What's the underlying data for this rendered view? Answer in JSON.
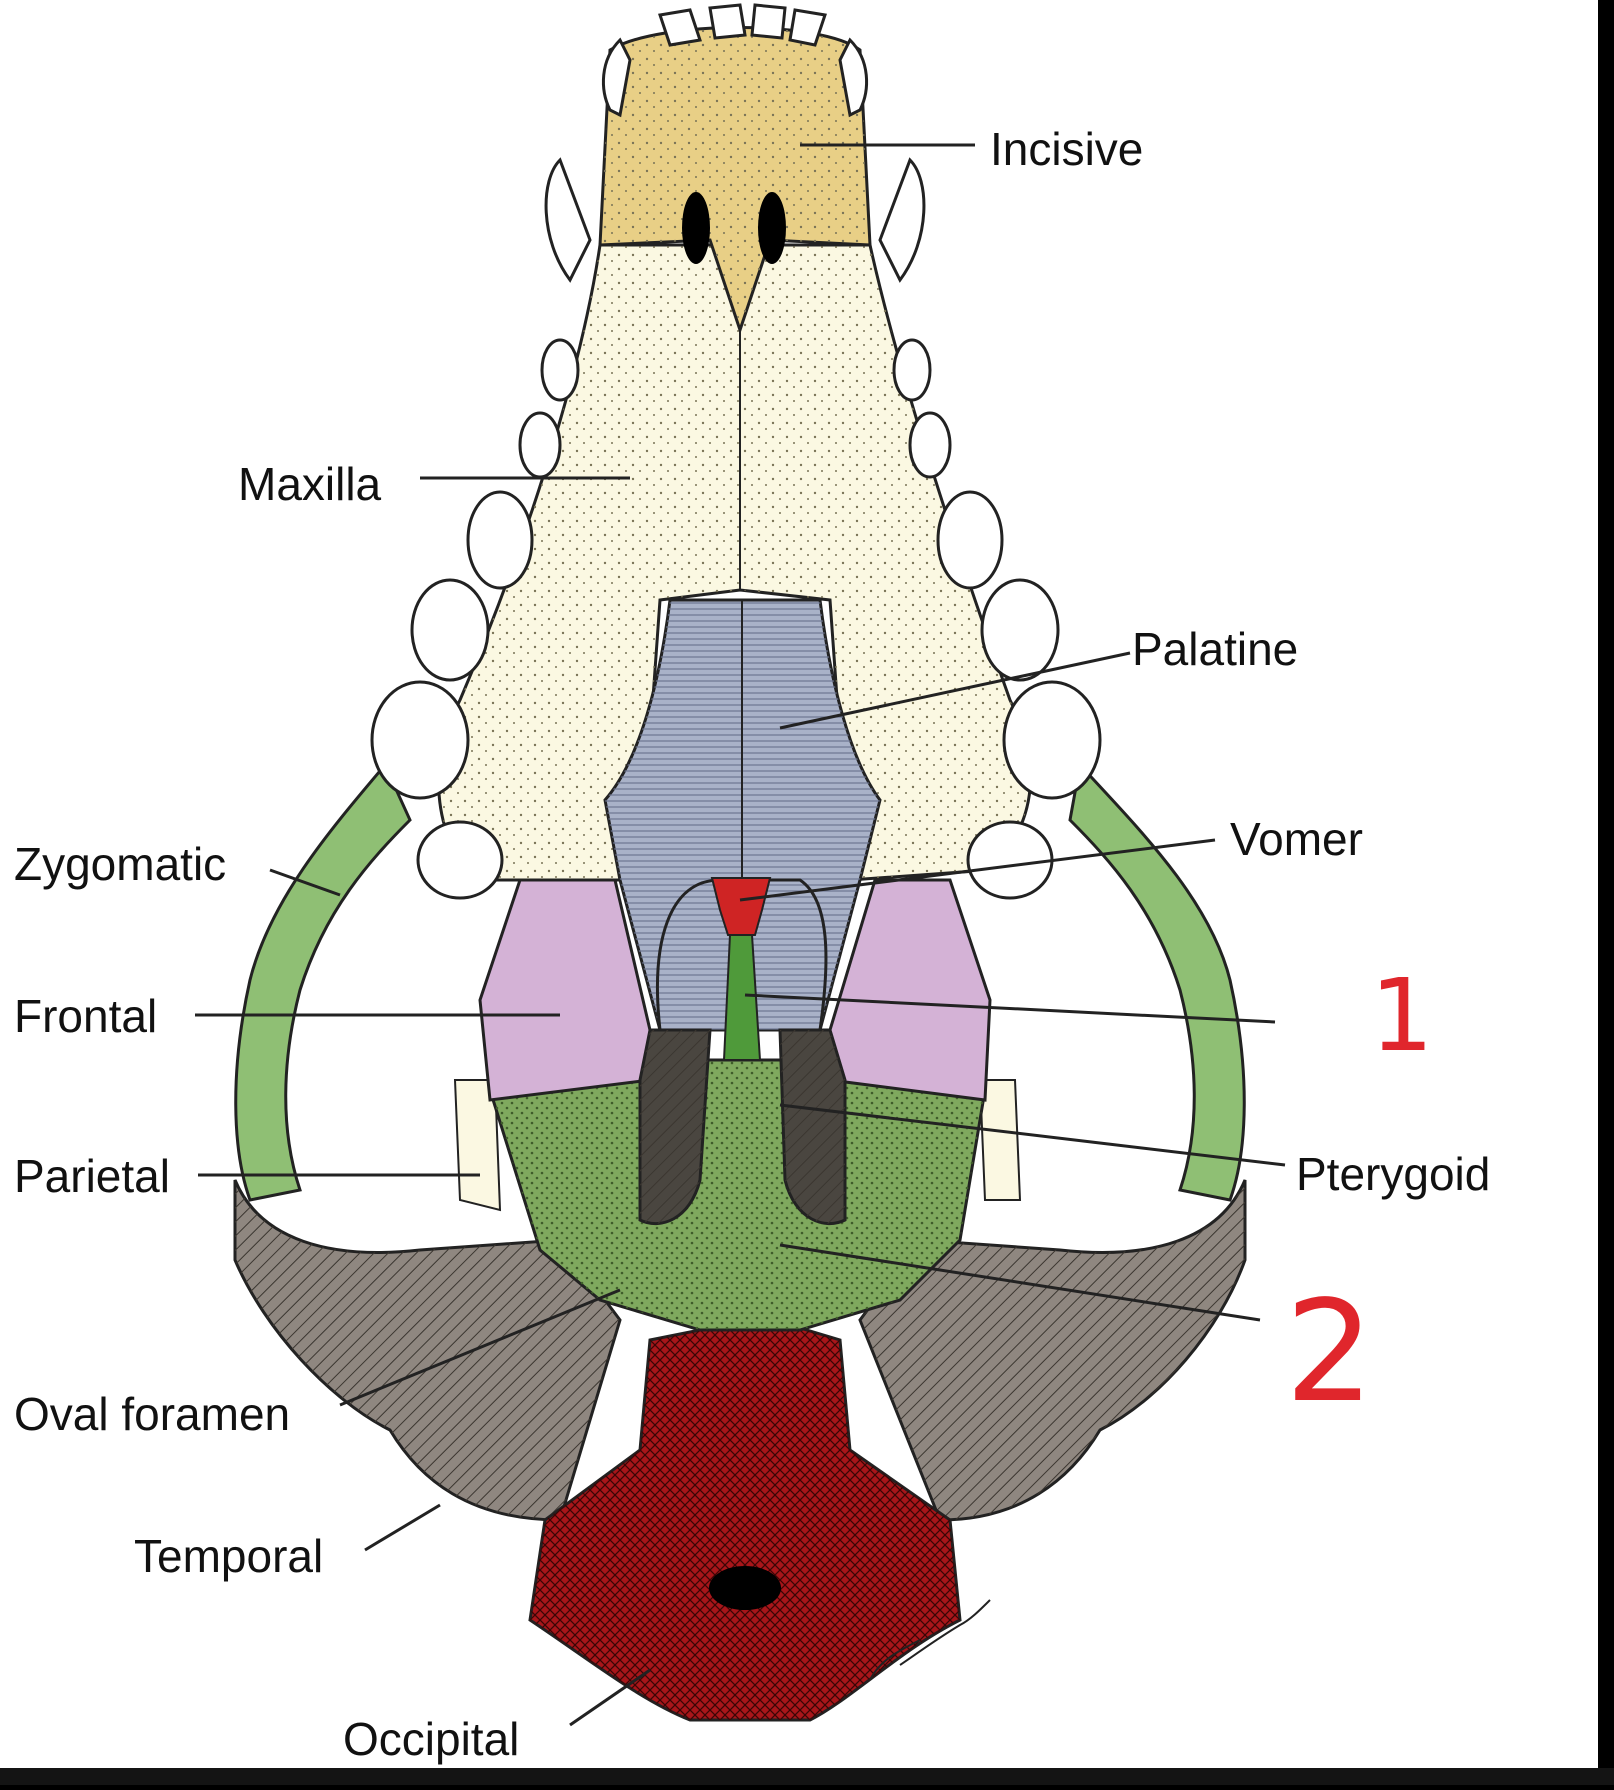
{
  "labels": {
    "incisive": "Incisive",
    "maxilla": "Maxilla",
    "palatine": "Palatine",
    "zygomatic": "Zygomatic",
    "vomer": "Vomer",
    "frontal": "Frontal",
    "parietal": "Parietal",
    "pterygoid": "Pterygoid",
    "oval_foramen": "Oval foramen",
    "temporal": "Temporal",
    "occipital": "Occipital"
  },
  "handwritten": {
    "mark_1": "1",
    "mark_2": "2"
  },
  "colors": {
    "incisive": "#e8cf86",
    "maxilla": "#fbf8e2",
    "palatine": "#a9b2c8",
    "zygomatic": "#8fbf74",
    "vomer": "#cf2424",
    "frontal": "#d4b2d6",
    "basisphenoid": "#7fa95e",
    "pterygoid": "#4a4640",
    "temporal": "#8f8780",
    "occipital": "#a8161a",
    "annotation": "#e0262c"
  }
}
